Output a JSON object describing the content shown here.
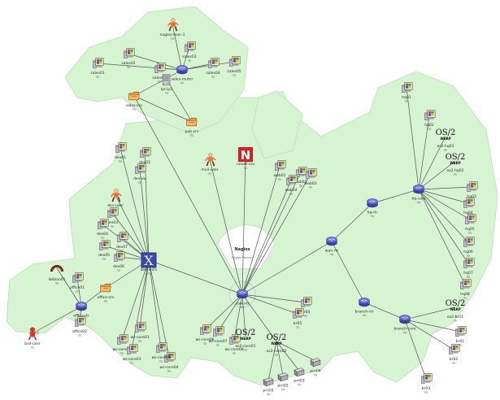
{
  "title": "Nagios",
  "icons": {
    "workstation": "windows-workstation-icon",
    "router": "router-icon",
    "switch": "switch-icon",
    "folder": "folder-server-icon",
    "printer": "printer-icon",
    "os2": "os2-warp-logo",
    "novell": "novell-n-logo",
    "x-server": "x-windows-icon",
    "debian": "debian-swirl-icon",
    "bsd": "bsd-daemon-icon",
    "user": "user-figure-icon"
  },
  "os2_label": "OS/2",
  "os2_sub": "WARP",
  "novell_label": "N",
  "x_label": "X",
  "colors": {
    "background": "#ffffff",
    "region": "#d6f3d2",
    "region_edge": "#bfe6ba",
    "link": "#555555",
    "router_fill": "#5a5fc4",
    "novell": "#d42020"
  },
  "center": {
    "label": "Nagios",
    "sub": "Nagios Process"
  },
  "hosts": [
    {
      "label": "nagios-mon-1",
      "status": "Up"
    },
    {
      "label": "sales01",
      "status": "Up"
    },
    {
      "label": "sales02",
      "status": "Up"
    },
    {
      "label": "sales03",
      "status": "Up"
    },
    {
      "label": "sales-router",
      "status": "Up"
    },
    {
      "label": "sales04",
      "status": "Up"
    },
    {
      "label": "sales05",
      "status": "Up"
    },
    {
      "label": "sales06",
      "status": "Up"
    },
    {
      "label": "lpr-ip2",
      "status": "Up"
    },
    {
      "label": "sales-srv",
      "status": "Up"
    },
    {
      "label": "pub-srv",
      "status": "Up"
    },
    {
      "label": "mail-user",
      "status": "Up"
    },
    {
      "label": "novell-srv",
      "status": "Up"
    },
    {
      "label": "web01",
      "status": "Up"
    },
    {
      "label": "web02",
      "status": "Up"
    },
    {
      "label": "web03",
      "status": "Up"
    },
    {
      "label": "web04",
      "status": "Up"
    },
    {
      "label": "dev01",
      "status": "Up"
    },
    {
      "label": "dev02",
      "status": "Up"
    },
    {
      "label": "dev-user",
      "status": "Up"
    },
    {
      "label": "dev-sw",
      "status": "Up"
    },
    {
      "label": "dev03",
      "status": "Up"
    },
    {
      "label": "dev04",
      "status": "Up"
    },
    {
      "label": "dev05",
      "status": "Up"
    },
    {
      "label": "dev06",
      "status": "Up"
    },
    {
      "label": "dev07",
      "status": "Up"
    },
    {
      "label": "dev-x-srv",
      "status": "Up"
    },
    {
      "label": "debian01",
      "status": "Up"
    },
    {
      "label": "office01",
      "status": "Up"
    },
    {
      "label": "office-rtr",
      "status": "Up"
    },
    {
      "label": "office02",
      "status": "Up"
    },
    {
      "label": "office-srv",
      "status": "Up"
    },
    {
      "label": "bsd-user",
      "status": "Up"
    },
    {
      "label": "ws-core01",
      "status": "Up"
    },
    {
      "label": "ws-core02",
      "status": "Up"
    },
    {
      "label": "ws-core03",
      "status": "Up"
    },
    {
      "label": "ws-core04",
      "status": "Up"
    },
    {
      "label": "ws-core05",
      "status": "Up"
    },
    {
      "label": "ws-core06",
      "status": "Up"
    },
    {
      "label": "ws-core07",
      "status": "Up"
    },
    {
      "label": "ws-core08",
      "status": "Up"
    },
    {
      "label": "os2-core01",
      "status": "Up"
    },
    {
      "label": "os2-core02",
      "status": "Up"
    },
    {
      "label": "prn01",
      "status": "Up"
    },
    {
      "label": "prn02",
      "status": "Up"
    },
    {
      "label": "prn03",
      "status": "Up"
    },
    {
      "label": "prn04",
      "status": "Up"
    },
    {
      "label": "core-rtr",
      "status": "Up"
    },
    {
      "label": "wan-rtr",
      "status": "Up"
    },
    {
      "label": "hq-rtr",
      "status": "Up"
    },
    {
      "label": "hq-core",
      "status": "Up"
    },
    {
      "label": "hq01",
      "status": "Up"
    },
    {
      "label": "hq02",
      "status": "Up"
    },
    {
      "label": "os2-hq01",
      "status": "Up"
    },
    {
      "label": "os2-hq02",
      "status": "Up"
    },
    {
      "label": "hq03",
      "status": "Up"
    },
    {
      "label": "hq04",
      "status": "Up"
    },
    {
      "label": "hq05",
      "status": "Up"
    },
    {
      "label": "hq06",
      "status": "Up"
    },
    {
      "label": "hq07",
      "status": "Up"
    },
    {
      "label": "hq08",
      "status": "Up"
    },
    {
      "label": "branch-rtr",
      "status": "Up"
    },
    {
      "label": "branch-core",
      "status": "Up"
    },
    {
      "label": "os2-br01",
      "status": "Up"
    },
    {
      "label": "br01",
      "status": "Up"
    },
    {
      "label": "br02",
      "status": "Up"
    },
    {
      "label": "br03",
      "status": "Up"
    },
    {
      "label": "br04",
      "status": "Up"
    },
    {
      "label": "br05",
      "status": "Up"
    }
  ]
}
